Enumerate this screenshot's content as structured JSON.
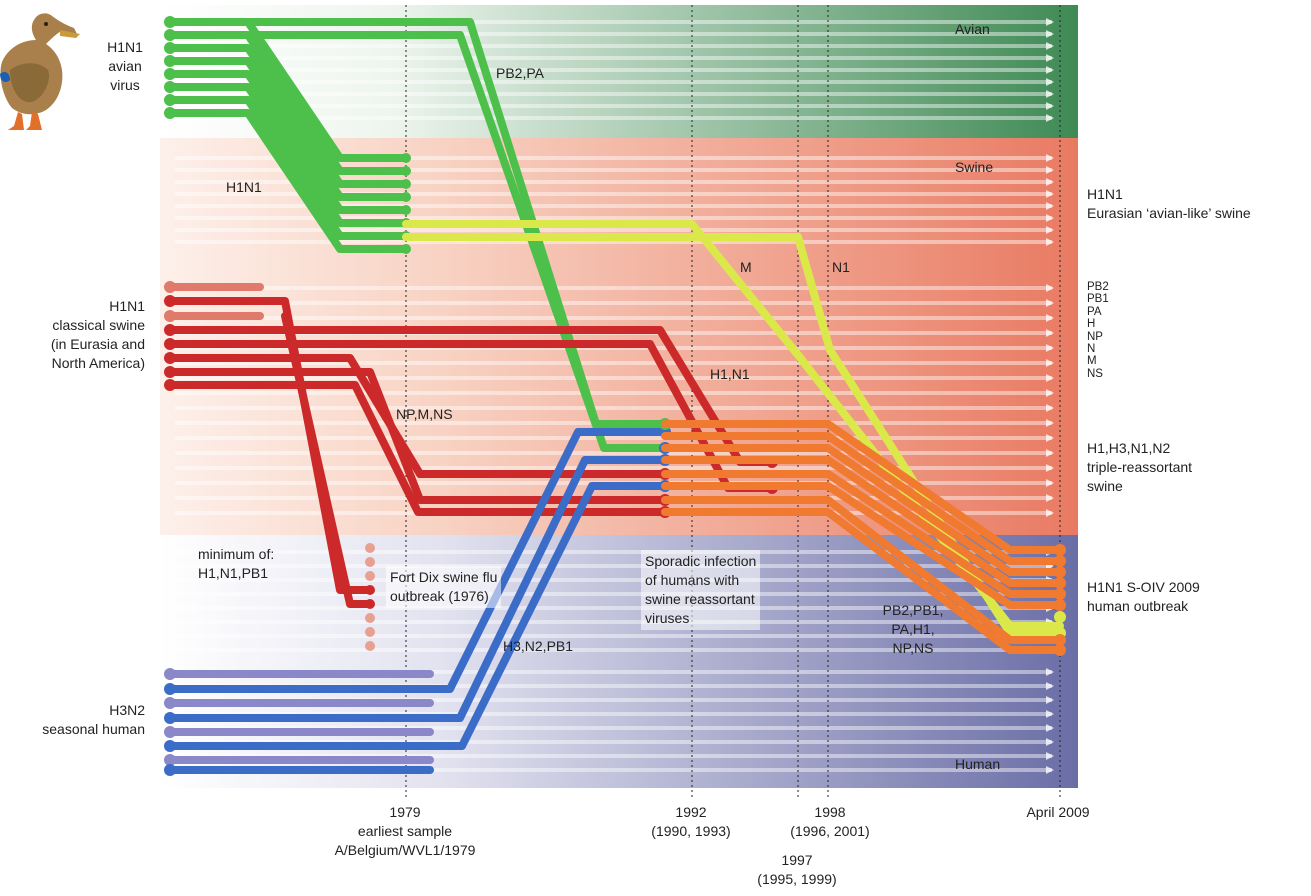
{
  "zones": {
    "avian": {
      "label": "Avian",
      "color": "#3f8a55"
    },
    "swine": {
      "label": "Swine",
      "color": "#e8806a"
    },
    "human": {
      "label": "Human",
      "color": "#6e72a8"
    }
  },
  "colors": {
    "green": "#4cc04a",
    "yellow": "#dbe84a",
    "red": "#cc2a2a",
    "blue": "#3a6cc8",
    "orange": "#f07a30"
  },
  "left_labels": {
    "avian": [
      "H1N1",
      "avian",
      "virus"
    ],
    "classical": [
      "H1N1",
      "classical swine",
      "(in Eurasia and",
      "North America)"
    ],
    "h3n2": [
      "H3N2",
      "seasonal human"
    ]
  },
  "right_labels": {
    "eurasian": [
      "H1N1",
      "Eurasian ‘avian-like’ swine"
    ],
    "segments": [
      "PB2",
      "PB1",
      "PA",
      "H",
      "NP",
      "N",
      "M",
      "NS"
    ],
    "triple": [
      "H1,H3,N1,N2",
      "triple-reassortant",
      "swine"
    ],
    "soiv": [
      "H1N1 S-OIV 2009",
      "human outbreak"
    ]
  },
  "inner_labels": {
    "h1n1_mid": "H1N1",
    "pb2_pa": "PB2,PA",
    "m": "M",
    "n1": "N1",
    "h1_n1": "H1,N1",
    "np_m_ns": "NP,M,NS",
    "minimum": [
      "minimum of:",
      "H1,N1,PB1"
    ],
    "fort_dix": [
      "Fort Dix swine flu",
      "outbreak (1976)"
    ],
    "h3_n2_pb1": "H3,N2,PB1",
    "sporadic": [
      "Sporadic infection",
      "of humans with",
      "swine reassortant",
      "viruses"
    ],
    "pb2_pb1": [
      "PB2,PB1,",
      "PA,H1,",
      "NP,NS"
    ]
  },
  "axis": {
    "y1979": [
      "1979",
      "earliest sample",
      "A/Belgium/WVL1/1979"
    ],
    "y1992": [
      "1992",
      "(1990, 1993)"
    ],
    "y1997": [
      "1997",
      "(1995, 1999)"
    ],
    "y1998": [
      "1998",
      "(1996, 2001)"
    ],
    "y2009": [
      "April 2009"
    ]
  }
}
